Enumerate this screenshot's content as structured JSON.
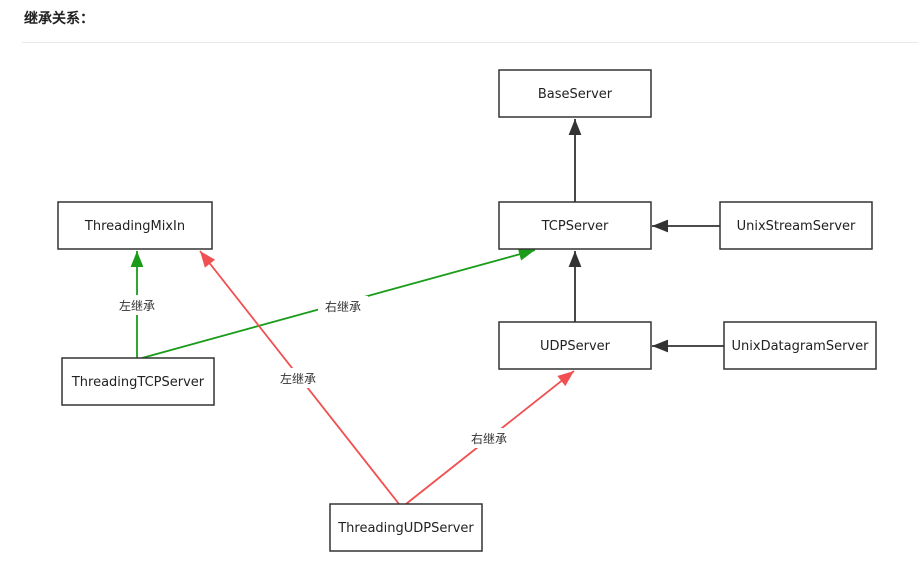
{
  "heading": "继承关系：",
  "colors": {
    "black": "#333333",
    "green": "#1a9c1a",
    "red": "#f05050"
  },
  "nodes": {
    "baseserver": "BaseServer",
    "tcpserver": "TCPServer",
    "unixstreamserver": "UnixStreamServer",
    "threadingmixin": "ThreadingMixIn",
    "udpserver": "UDPServer",
    "unixdatagramserver": "UnixDatagramServer",
    "threadingtcpserver": "ThreadingTCPServer",
    "threadingudpserver": "ThreadingUDPServer"
  },
  "edges": [
    {
      "from": "tcpserver",
      "to": "baseserver",
      "color": "black",
      "label": ""
    },
    {
      "from": "unixstreamserver",
      "to": "tcpserver",
      "color": "black",
      "label": ""
    },
    {
      "from": "udpserver",
      "to": "tcpserver",
      "color": "black",
      "label": ""
    },
    {
      "from": "unixdatagramserver",
      "to": "udpserver",
      "color": "black",
      "label": ""
    },
    {
      "from": "threadingtcpserver",
      "to": "threadingmixin",
      "color": "green",
      "label": "左继承"
    },
    {
      "from": "threadingtcpserver",
      "to": "tcpserver",
      "color": "green",
      "label": "右继承"
    },
    {
      "from": "threadingudpserver",
      "to": "threadingmixin",
      "color": "red",
      "label": "左继承"
    },
    {
      "from": "threadingudpserver",
      "to": "udpserver",
      "color": "red",
      "label": "右继承"
    }
  ]
}
